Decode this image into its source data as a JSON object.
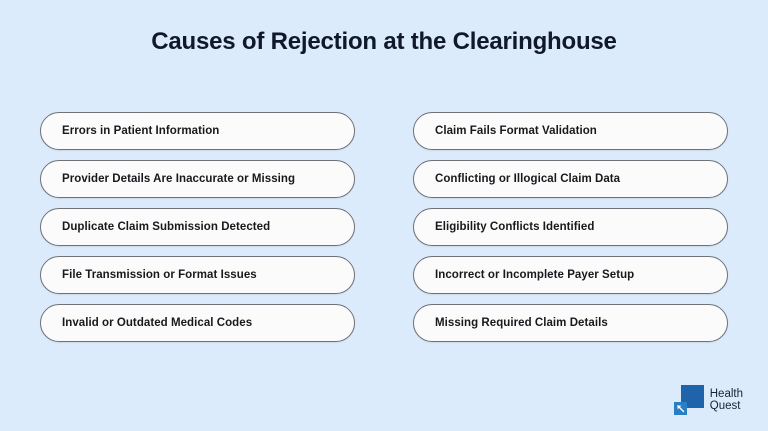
{
  "page": {
    "title": "Causes of Rejection at the Clearinghouse",
    "background_color": "#dcebfb",
    "title_color": "#10192a"
  },
  "columns": {
    "left": [
      {
        "label": "Errors in Patient Information"
      },
      {
        "label": "Provider Details Are Inaccurate or Missing"
      },
      {
        "label": "Duplicate Claim Submission Detected"
      },
      {
        "label": "File Transmission or Format Issues"
      },
      {
        "label": "Invalid or Outdated Medical Codes"
      }
    ],
    "right": [
      {
        "label": "Claim Fails Format Validation"
      },
      {
        "label": "Conflicting or Illogical Claim Data"
      },
      {
        "label": "Eligibility Conflicts Identified"
      },
      {
        "label": "Incorrect or Incomplete Payer Setup"
      },
      {
        "label": "Missing Required Claim Details"
      }
    ]
  },
  "logo": {
    "line1": "Health",
    "line2": "Quest",
    "icon_name": "health-quest-logo-icon",
    "primary_color": "#1f64ab",
    "secondary_color": "#2a7fc4"
  }
}
